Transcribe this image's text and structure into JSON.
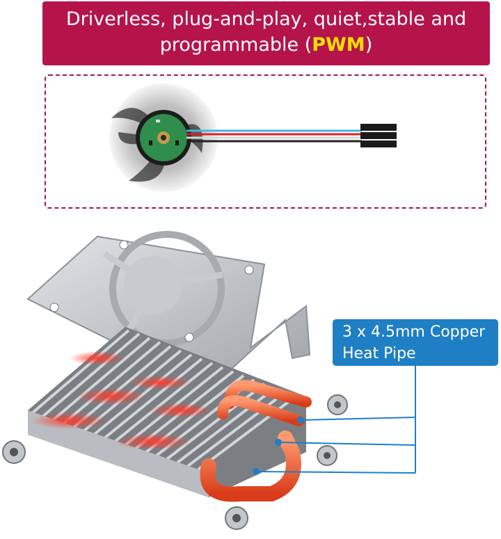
{
  "banner": {
    "text_before": "Driverless, plug-and-play, quiet,stable and programmable (",
    "highlight": "PWM",
    "text_after": ")"
  },
  "callout": {
    "line1": "3 x 4.5mm Copper",
    "line2": "Heat Pipe"
  },
  "colors": {
    "banner_bg": "#b5144a",
    "highlight": "#ffe000",
    "callout_bg": "#1e7fc5",
    "dashed_border": "#9c1b46",
    "heat_pipe": "#e8532a"
  },
  "icons": {
    "fan": "fan-icon",
    "heatsink": "heatsink-icon"
  }
}
